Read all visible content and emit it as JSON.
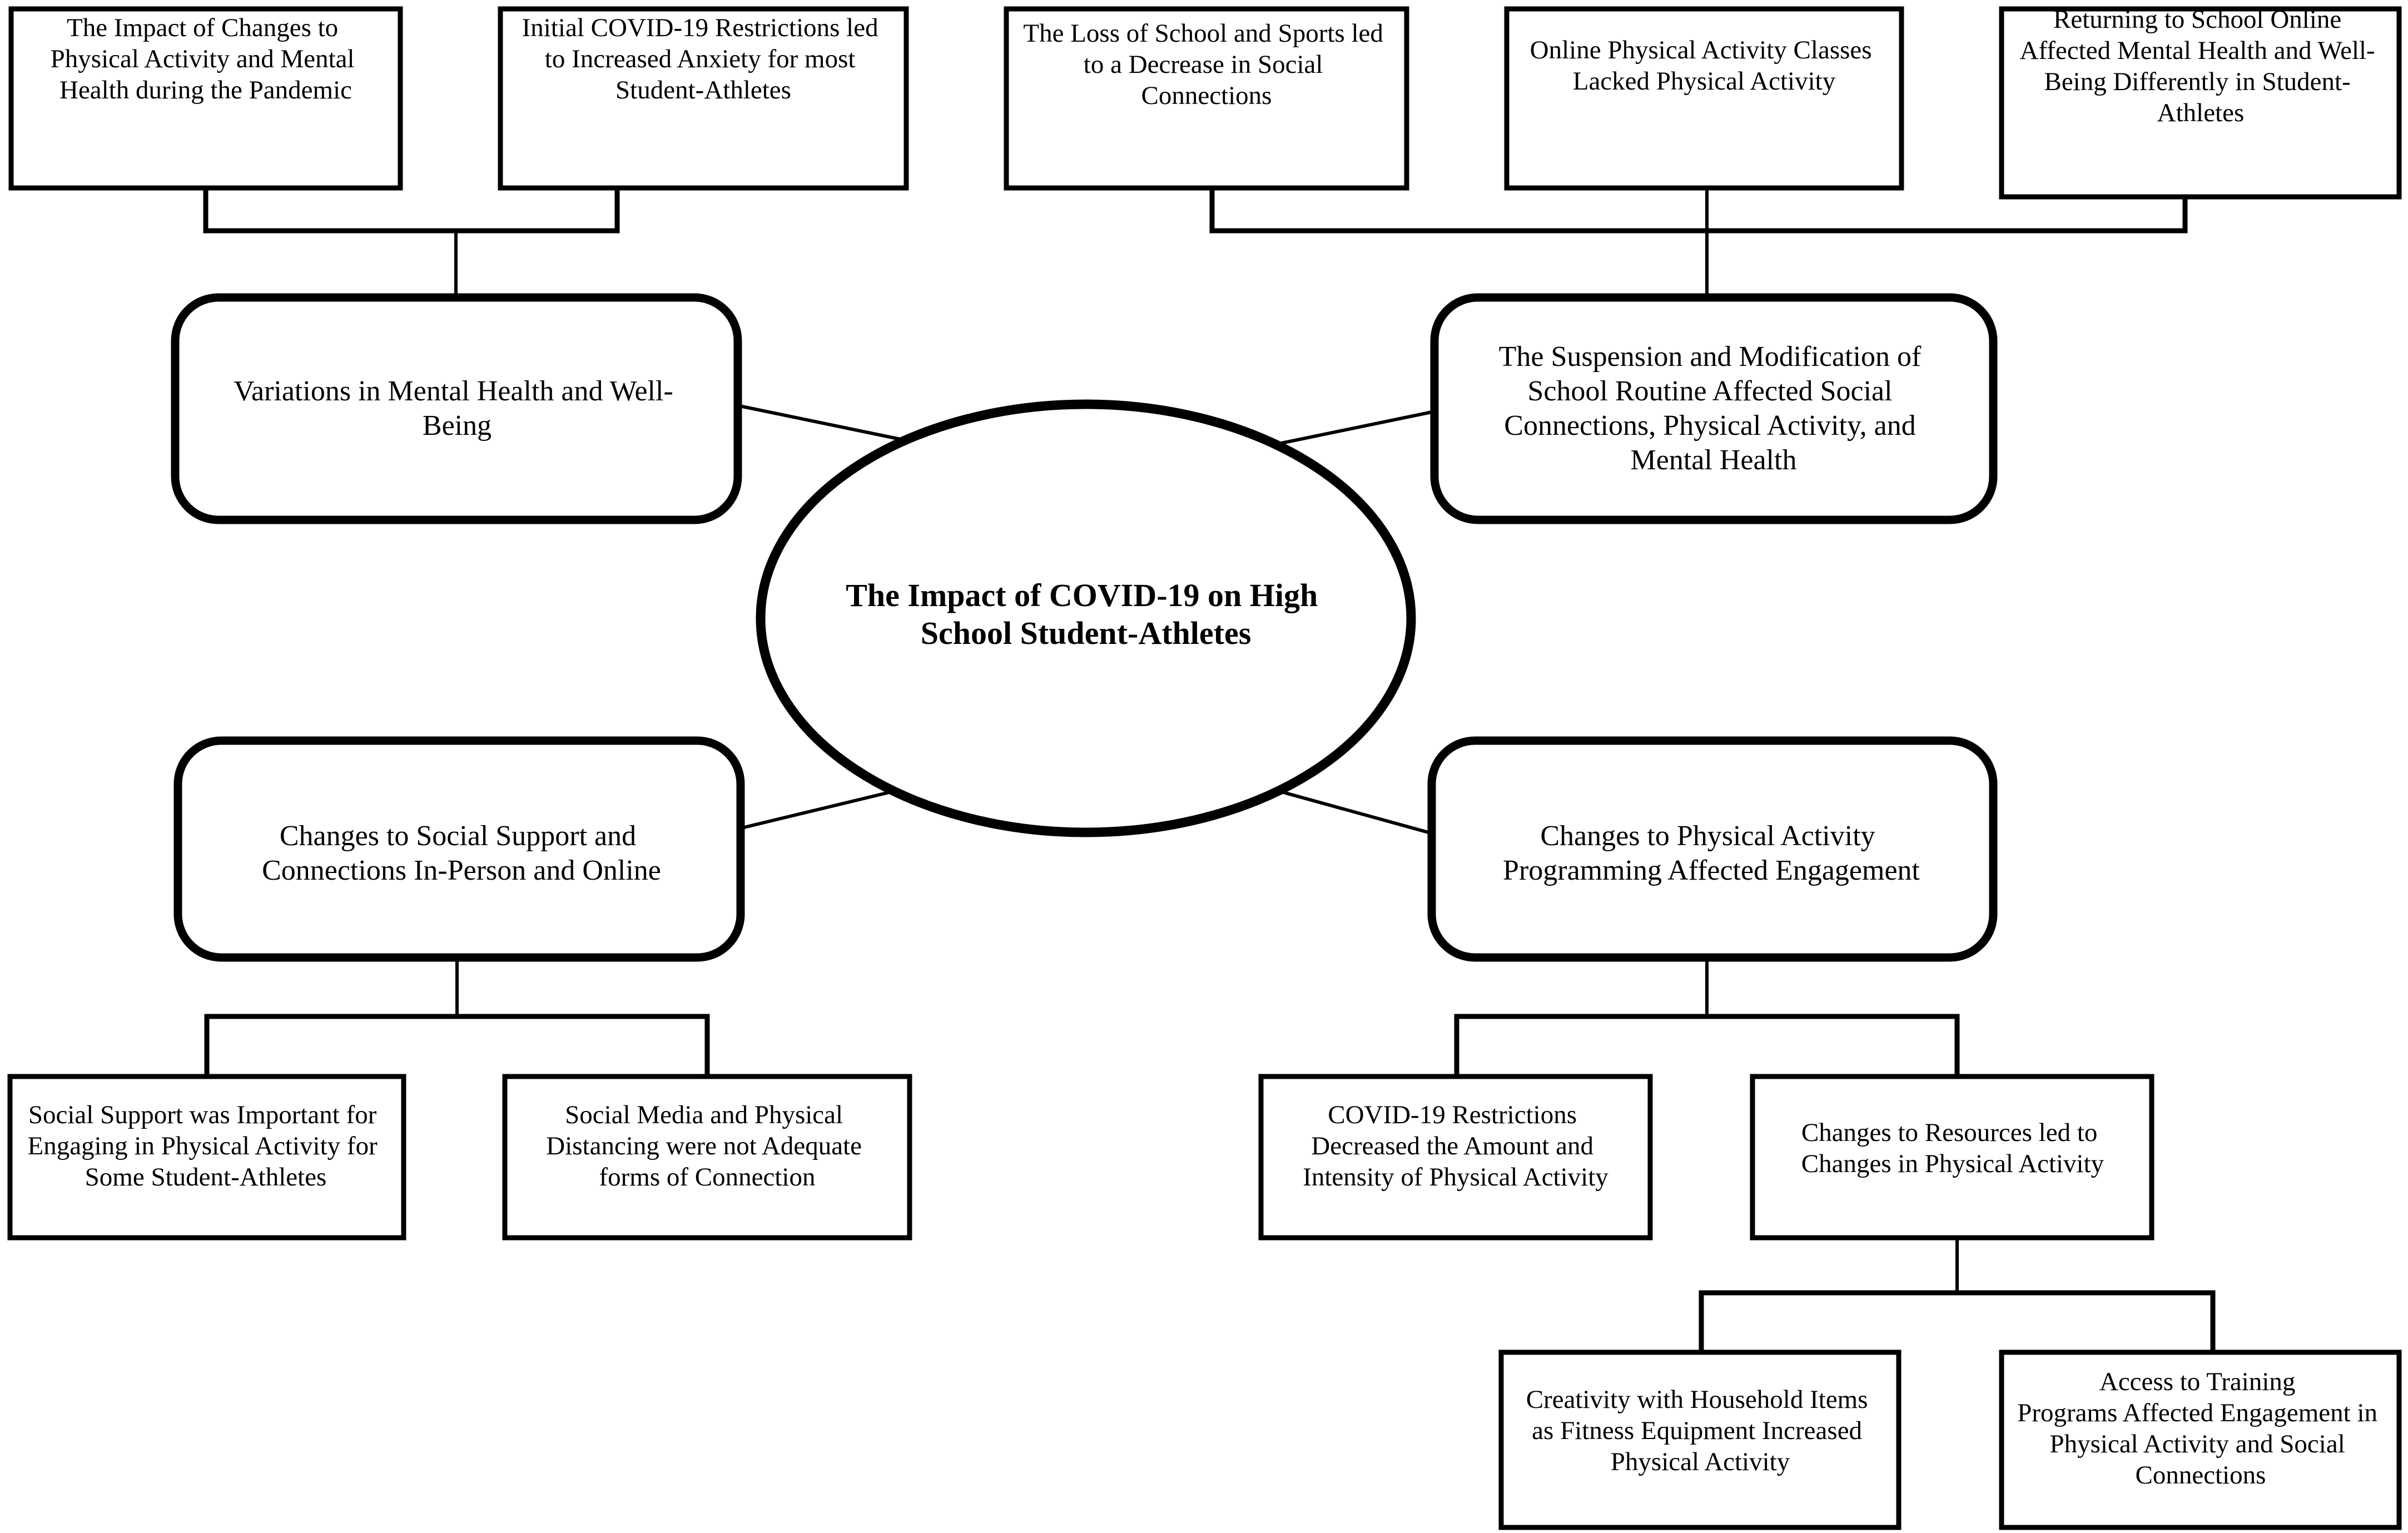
{
  "diagram": {
    "title": "The Impact of COVID-19 on High School Student-Athletes",
    "type": "concept-map",
    "center": {
      "id": "center",
      "label": "The Impact of COVID-19 on High School Student-Athletes",
      "shape": "ellipse"
    },
    "themes": [
      {
        "id": "theme-mental-health",
        "label": "Variations in Mental Health and Well-Being",
        "shape": "rounded-rect",
        "position": "top-left"
      },
      {
        "id": "theme-school-routine",
        "label": "The Suspension and Modification of School Routine Affected Social Connections, Physical Activity, and Mental Health",
        "shape": "rounded-rect",
        "position": "top-right"
      },
      {
        "id": "theme-social-support",
        "label": "Changes to Social Support and Connections In-Person and Online",
        "shape": "rounded-rect",
        "position": "bottom-left"
      },
      {
        "id": "theme-pa-programming",
        "label": "Changes to Physical Activity Programming Affected Engagement",
        "shape": "rounded-rect",
        "position": "bottom-right"
      }
    ],
    "subthemes": [
      {
        "id": "sub-impact-changes",
        "label": "The Impact of Changes to Physical Activity and Mental Health during the Pandemic",
        "shape": "rect",
        "parent": "theme-mental-health"
      },
      {
        "id": "sub-initial-restrictions",
        "label": "Initial COVID-19 Restrictions led to Increased Anxiety for most Student-Athletes",
        "shape": "rect",
        "parent": "theme-mental-health"
      },
      {
        "id": "sub-loss-school-sports",
        "label": "The Loss of School and Sports led to a Decrease in Social Connections",
        "shape": "rect",
        "parent": "theme-school-routine"
      },
      {
        "id": "sub-online-classes",
        "label": "Online Physical Activity Classes Lacked Physical Activity",
        "shape": "rect",
        "parent": "theme-school-routine"
      },
      {
        "id": "sub-returning-online",
        "label": "Returning to School Online Affected Mental Health and Well-Being Differently in Student-Athletes",
        "shape": "rect",
        "parent": "theme-school-routine"
      },
      {
        "id": "sub-social-support-important",
        "label": "Social Support was Important for Engaging in Physical Activity for Some Student-Athletes",
        "shape": "rect",
        "parent": "theme-social-support"
      },
      {
        "id": "sub-social-media",
        "label": "Social Media and Physical Distancing were not Adequate forms of Connection",
        "shape": "rect",
        "parent": "theme-social-support"
      },
      {
        "id": "sub-restrictions-decreased",
        "label": "COVID-19 Restrictions Decreased the Amount and Intensity of Physical Activity",
        "shape": "rect",
        "parent": "theme-pa-programming"
      },
      {
        "id": "sub-changes-resources",
        "label": "Changes to Resources led to Changes in Physical Activity",
        "shape": "rect",
        "parent": "theme-pa-programming"
      },
      {
        "id": "sub-creativity-household",
        "label": "Creativity with Household Items as Fitness Equipment Increased Physical Activity",
        "shape": "rect",
        "parent": "sub-changes-resources"
      },
      {
        "id": "sub-access-training",
        "label": "Access to Training Programs Affected Engagement in Physical Activity and Social Connections",
        "shape": "rect",
        "parent": "sub-changes-resources"
      }
    ],
    "lines": {
      "sub_impact_changes": [
        "The Impact of Changes to",
        "Physical Activity and Mental",
        "Health during the Pandemic"
      ],
      "sub_initial_restrictions": [
        "Initial COVID-19 Restrictions led",
        "to Increased Anxiety for most",
        "Student-Athletes"
      ],
      "sub_loss_school_sports": [
        "The Loss of School and Sports led",
        "to a Decrease in Social",
        "Connections"
      ],
      "sub_online_classes": [
        "Online Physical Activity Classes",
        "Lacked Physical Activity"
      ],
      "sub_returning_online": [
        "Returning to School Online",
        "Affected Mental Health and Well-",
        "Being Differently in Student-",
        "Athletes"
      ],
      "theme_mental_health": [
        "Variations in Mental Health and Well-",
        "Being"
      ],
      "theme_school_routine": [
        "The Suspension and Modification of",
        "School Routine Affected Social",
        "Connections, Physical Activity, and",
        "Mental Health"
      ],
      "center": [
        "The Impact of COVID-19 on High",
        "School Student-Athletes"
      ],
      "theme_social_support": [
        "Changes to Social Support and",
        "Connections In-Person and Online"
      ],
      "theme_pa_programming": [
        "Changes to Physical Activity",
        "Programming Affected Engagement"
      ],
      "sub_social_support_important": [
        "Social Support was Important for",
        "Engaging in Physical Activity for",
        "Some Student-Athletes"
      ],
      "sub_social_media": [
        "Social Media and Physical",
        "Distancing were not Adequate",
        "forms of Connection"
      ],
      "sub_restrictions_decreased": [
        "COVID-19 Restrictions",
        "Decreased the Amount and",
        "Intensity of Physical Activity"
      ],
      "sub_changes_resources": [
        "Changes to Resources led to",
        "Changes in Physical Activity"
      ],
      "sub_creativity_household": [
        "Creativity with Household Items",
        "as Fitness Equipment Increased",
        "Physical Activity"
      ],
      "sub_access_training": [
        "Access to Training",
        "Programs Affected Engagement in",
        "Physical Activity and Social",
        "Connections"
      ]
    },
    "colors": {
      "stroke": "#000000",
      "fill": "#ffffff",
      "text": "#000000"
    }
  }
}
